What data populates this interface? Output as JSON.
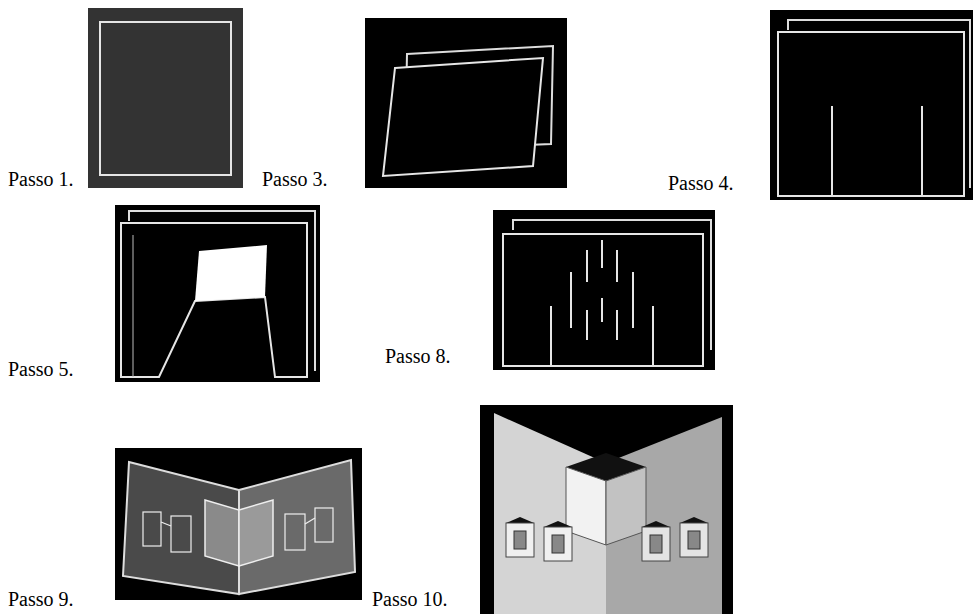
{
  "diagram": {
    "labels": [
      "Passo 1.",
      "Passo 3.",
      "Passo 4.",
      "Passo 5.",
      "Passo 8.",
      "Passo 9.",
      "Passo 10."
    ]
  }
}
